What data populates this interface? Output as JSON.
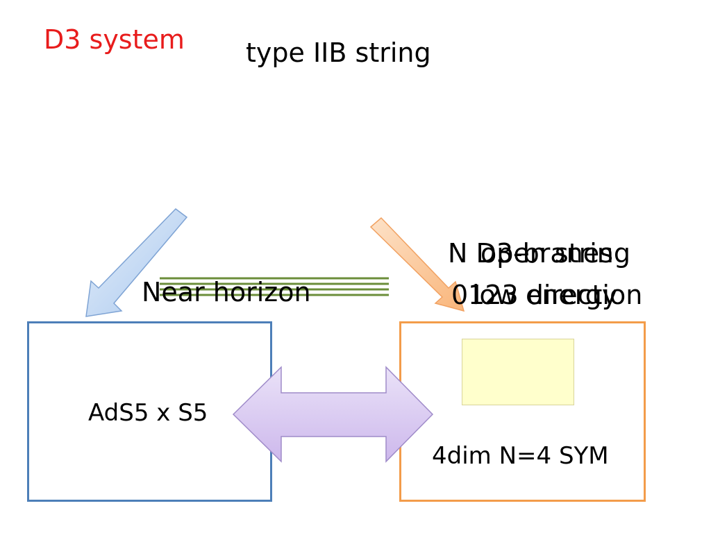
{
  "slide": {
    "title": "D3 system",
    "subtitle": "type IIB string"
  },
  "labels": {
    "near_horizon": "Near horizon",
    "brane_overlap_a_line1": "N D3-branes",
    "brane_overlap_a_line2": "0123 direction",
    "brane_overlap_b_line1": "open string",
    "brane_overlap_b_line2": "low energy",
    "ads": "AdS5 x S5",
    "sym": "4dim N=4 SYM"
  },
  "colors": {
    "title": "#e81c1c",
    "ads_border": "#4d7fb8",
    "sym_border": "#f39c4a",
    "brane_fill": "#ffffcc",
    "green_lines": "#6b8e3a",
    "blue_arrow": "#bcd5f2",
    "orange_arrow": "#fcc898",
    "purple_arrow": "#d7c7ee"
  },
  "icons": {
    "left_arrow": "blue-diagonal-arrow-icon",
    "right_arrow": "orange-diagonal-arrow-icon",
    "double_arrow": "purple-double-arrow-icon"
  }
}
